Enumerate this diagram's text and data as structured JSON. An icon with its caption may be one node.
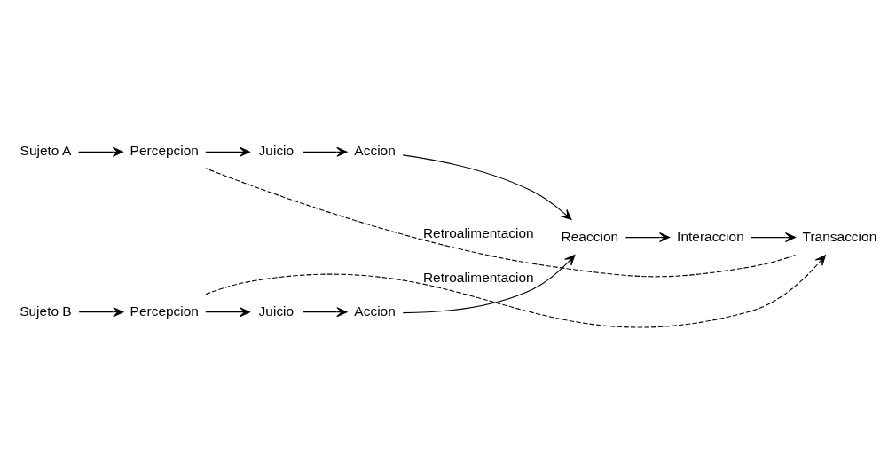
{
  "diagram": {
    "nodes": [
      {
        "text": [
          "Sujeto A"
        ]
      },
      {
        "text": [
          "Percepcion"
        ]
      },
      {
        "text": [
          "Juicio"
        ]
      },
      {
        "text": [
          "Accion"
        ]
      },
      {
        "text": [
          "Reaccion"
        ]
      },
      {
        "text": [
          "Interaccion"
        ]
      },
      {
        "text": [
          "Transaccion"
        ]
      },
      {
        "text": [
          "Sujeto B"
        ]
      },
      {
        "text": [
          "Accion"
        ]
      },
      {
        "text": [
          "Juicio"
        ]
      },
      {
        "text": [
          "Percepcion"
        ]
      }
    ],
    "edges": [
      {
        "from": 0,
        "to": 1,
        "arrow": "to"
      },
      {
        "from": 1,
        "to": 2,
        "arrow": "to"
      },
      {
        "from": 2,
        "to": 3,
        "arrow": "to"
      },
      {
        "from": 3,
        "to": 4,
        "arrow": "to"
      },
      {
        "from": 8,
        "to": 4,
        "arrow": "to"
      },
      {
        "from": 4,
        "to": 5,
        "arrow": "to"
      },
      {
        "from": 5,
        "to": 6,
        "arrow": "to"
      },
      {
        "from": 7,
        "to": 10,
        "arrow": "to"
      },
      {
        "from": 10,
        "to": 9,
        "arrow": "to"
      },
      {
        "from": 9,
        "to": 8,
        "arrow": "to"
      },
      {
        "from": 6,
        "to": 1,
        "arrow": "none",
        "style": "dashed",
        "label": "Retroalimentacion"
      },
      {
        "from": 10,
        "to": 6,
        "arrow": "to",
        "style": "dashed",
        "label": "Retroalimentacion"
      }
    ]
  }
}
